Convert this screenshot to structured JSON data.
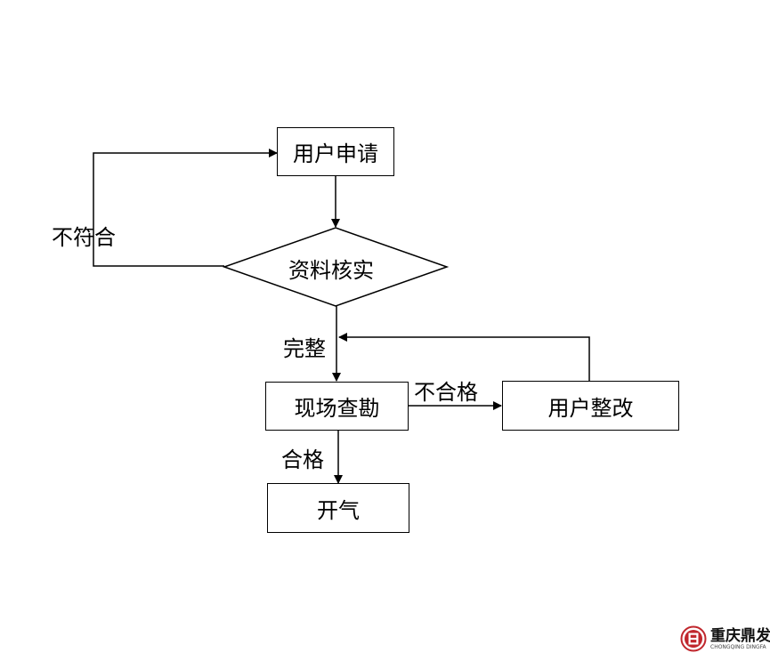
{
  "nodes": {
    "user_apply": "用户申请",
    "doc_check": "资料核实",
    "site_survey": "现场查勘",
    "user_rectify": "用户整改",
    "gas_on": "开气"
  },
  "edge_labels": {
    "not_conform": "不符合",
    "complete": "完整",
    "unqualified": "不合格",
    "qualified": "合格"
  },
  "logo": {
    "wordmark": "重庆鼎发",
    "subtitle": "CHONGQING DINGFA",
    "brand_color": "#c0262c"
  }
}
